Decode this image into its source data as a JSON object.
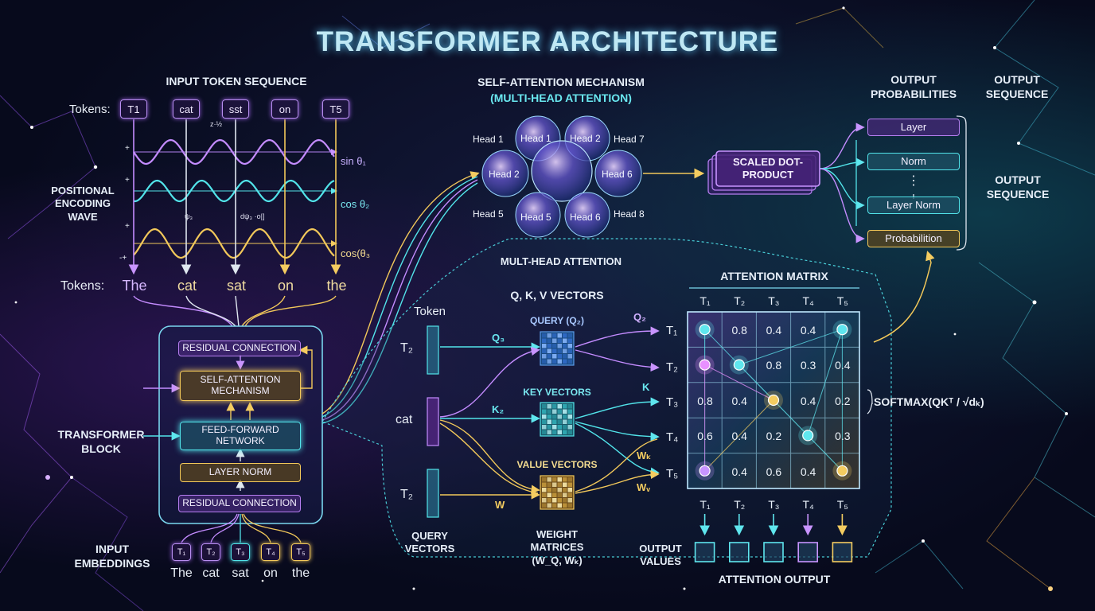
{
  "title": "TRANSFORMER ARCHITECTURE",
  "input_section": {
    "heading": "INPUT TOKEN SEQUENCE",
    "tokens_label_top": "Tokens:",
    "tokens_top": [
      "T1",
      "cat",
      "sst",
      "on",
      "T5"
    ],
    "positional_label": [
      "POSITIONAL",
      "ENCODING",
      "WAVE"
    ],
    "wave_labels": [
      "sin θ₁",
      "cos θ₂",
      "cos(θ₃"
    ],
    "wave_annotations": [
      "z·½",
      "ψ₃",
      "dψ₃ ·o|]"
    ],
    "wave_axis_marks": [
      "+",
      "+",
      "+",
      "-+"
    ],
    "tokens_label_bottom": "Tokens:",
    "tokens_bottom": [
      "The",
      "cat",
      "sat",
      "on",
      "the"
    ]
  },
  "transformer_block": {
    "label": [
      "TRANSFORMER",
      "BLOCK"
    ],
    "layers": [
      "RESIDUAL CONNECTION",
      "SELF-ATTENTION MECHANISM",
      "FEED-FORWARD NETWORK",
      "LAYER NORM",
      "RESIDUAL CONNECTION"
    ]
  },
  "input_embeddings": {
    "label": [
      "INPUT",
      "EMBEDDINGS"
    ],
    "boxes": [
      "T₁",
      "T₂",
      "T₃",
      "T₄",
      "T₅"
    ],
    "words": [
      "The",
      "cat",
      "sat",
      "on",
      "the"
    ]
  },
  "self_attention": {
    "heading": "SELF-ATTENTION MECHANISM",
    "subheading": "(MULTI-HEAD ATTENTION)",
    "heads_outer": [
      "Head 1",
      "Head 7",
      "Head 5",
      "Head 8"
    ],
    "heads_inner": [
      "Head 1",
      "Head 2",
      "Head 2",
      "Head 6",
      "Head 5",
      "Head 6"
    ],
    "caption": "MULT-HEAD ATTENTION",
    "scaled_dot": "SCALED DOT-PRODUCT"
  },
  "qkv": {
    "heading": "Q, K, V VECTORS",
    "token_label": "Token",
    "inputs": [
      "T₂",
      "cat",
      "T₂"
    ],
    "query_label": "QUERY (Q₂)",
    "key_label": "KEY VECTORS",
    "value_label": "VALUE VECTORS",
    "arrow_labels": [
      "Q₃",
      "K₂",
      "W",
      "Q₂",
      "K",
      "Wₖ",
      "Wᵥ"
    ],
    "query_vectors_label": [
      "QUERY",
      "VECTORS"
    ],
    "weight_label": [
      "WEIGHT",
      "MATRICES",
      "(W_Q, Wₖ)"
    ],
    "targets": [
      "T₁",
      "T₂",
      "T₃",
      "T₄",
      "T₅"
    ]
  },
  "attention_matrix": {
    "heading": "ATTENTION MATRIX",
    "columns": [
      "T₁",
      "T₂",
      "T₃",
      "T₄",
      "T₅"
    ],
    "rows": [
      [
        "",
        "0.8",
        "0.4",
        "0.4",
        ""
      ],
      [
        "",
        "",
        "0.8",
        "0.3",
        "0.4"
      ],
      [
        "0.8",
        "0.4",
        "",
        "0.4",
        "0.2"
      ],
      [
        "0.6",
        "0.4",
        "0.2",
        "",
        "0.3"
      ],
      [
        "",
        "0.4",
        "0.6",
        "0.4",
        ""
      ]
    ],
    "softmax": "SOFTMAX(QKᵀ / √dₖ)",
    "bottom_columns": [
      "T₁",
      "T₂",
      "T₃",
      "T₄",
      "T₅"
    ],
    "output_values_label": [
      "OUTPUT",
      "VALUES"
    ],
    "attention_output": "ATTENTION OUTPUT"
  },
  "output_section": {
    "probabilities_heading": [
      "OUTPUT",
      "PROBABILITIES"
    ],
    "sequence_heading": [
      "OUTPUT",
      "SEQUENCE"
    ],
    "sequence_label_right": [
      "OUTPUT",
      "SEQUENCE"
    ],
    "layers": [
      "Layer",
      "Norm",
      "⋮",
      "Layer Norm",
      "Probabilition"
    ]
  },
  "colors": {
    "purple": "#b67ef0",
    "cyan": "#4fe0e8",
    "yellow": "#f2c85a",
    "title": "#bfe8f4"
  }
}
